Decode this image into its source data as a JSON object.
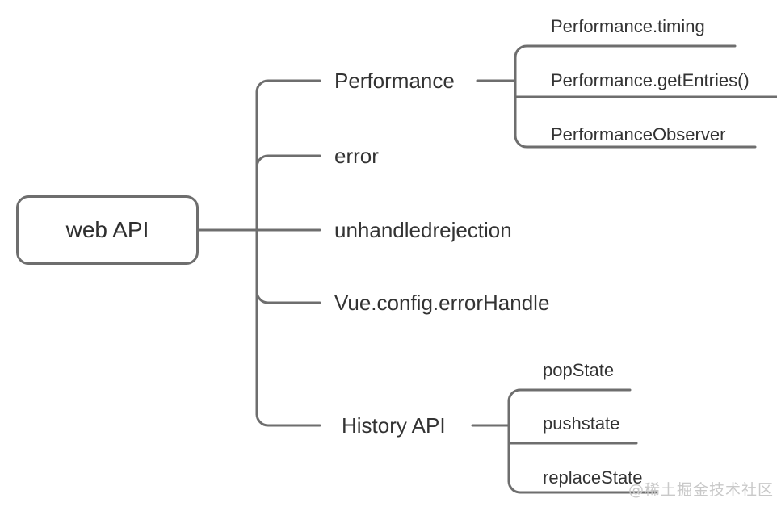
{
  "diagram": {
    "title": "web API mind map",
    "type": "mindmap",
    "line_color": "#6e6e6e",
    "text_color": "#333333",
    "background_color": "#ffffff"
  },
  "root": {
    "label": "web API"
  },
  "branches": [
    {
      "label": "Performance",
      "children": [
        {
          "label": "Performance.timing"
        },
        {
          "label": "Performance.getEntries()"
        },
        {
          "label": "PerformanceObserver"
        }
      ]
    },
    {
      "label": "error",
      "children": []
    },
    {
      "label": "unhandledrejection",
      "children": []
    },
    {
      "label": "Vue.config.errorHandle",
      "children": []
    },
    {
      "label": "History API",
      "children": [
        {
          "label": "popState"
        },
        {
          "label": "pushstate"
        },
        {
          "label": "replaceState"
        }
      ]
    }
  ],
  "watermark": {
    "text": "@稀土掘金技术社区"
  }
}
